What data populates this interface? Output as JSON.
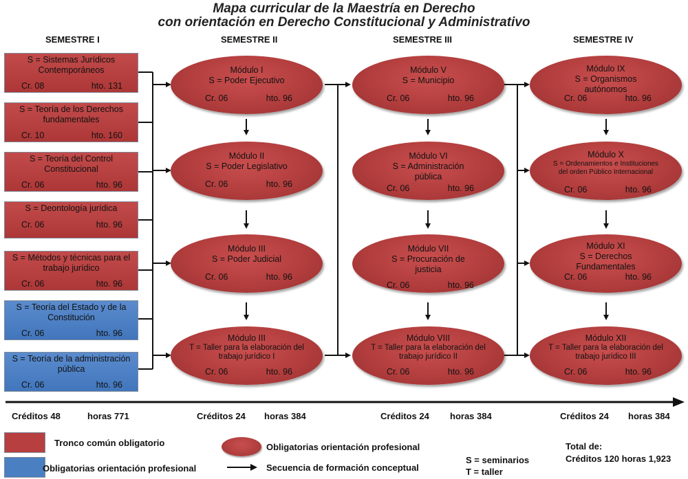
{
  "title": {
    "line1": "Mapa curricular de la Maestría en Derecho",
    "line2": "con orientación en Derecho Constitucional y Administrativo"
  },
  "semesters": [
    "SEMESTRE I",
    "SEMESTRE II",
    "SEMESTRE  III",
    "SEMESTRE IV"
  ],
  "semester1_courses": [
    {
      "text": "S  = Sistemas Jurídicos Contemporáneos",
      "cr": "Cr. 08",
      "hto": "hto. 131",
      "type": "tronco"
    },
    {
      "text": "S  = Teoría de los Derechos fundamentales",
      "cr": "Cr. 10",
      "hto": "hto. 160",
      "type": "tronco"
    },
    {
      "text": "S  = Teoría del Control Constitucional",
      "cr": "Cr. 06",
      "hto": "hto. 96",
      "type": "tronco"
    },
    {
      "text": "S  = Deontología jurídica",
      "cr": "Cr. 06",
      "hto": "hto. 96",
      "type": "tronco"
    },
    {
      "text": "S  = Métodos y técnicas para el trabajo jurídico",
      "cr": "Cr. 06",
      "hto": "hto. 96",
      "type": "tronco"
    },
    {
      "text": "S = Teoría del Estado y de la Constitución",
      "cr": "Cr. 06",
      "hto": "hto. 96",
      "type": "orientacion"
    },
    {
      "text": "S  = Teoría de la administración pública",
      "cr": "Cr. 06",
      "hto": "hto. 96",
      "type": "orientacion"
    }
  ],
  "semester2_modules": [
    {
      "title": "Módulo I",
      "body": "S = Poder Ejecutivo",
      "cr": "Cr. 06",
      "hto": "hto. 96"
    },
    {
      "title": "Módulo II",
      "body": "S = Poder Legislativo",
      "cr": "Cr. 06",
      "hto": "hto. 96"
    },
    {
      "title": "Módulo III",
      "body": "S = Poder Judicial",
      "cr": "Cr. 06",
      "hto": "hto. 96"
    },
    {
      "title": "Módulo III",
      "body": "T = Taller para la elaboración del trabajo jurídico I",
      "cr": "Cr. 06",
      "hto": "hto. 96"
    }
  ],
  "semester3_modules": [
    {
      "title": "Módulo V",
      "body": "S = Municipio",
      "cr": "Cr. 06",
      "hto": "hto. 96"
    },
    {
      "title": "Módulo VI",
      "body": "S = Administración pública",
      "cr": "Cr. 06",
      "hto": "hto. 96"
    },
    {
      "title": "Módulo VII",
      "body": "S = Procuración de justicia",
      "cr": "Cr. 06",
      "hto": "hto. 96"
    },
    {
      "title": "Módulo VIII",
      "body": "T = Taller para la elaboración del trabajo jurídico II",
      "cr": "Cr. 06",
      "hto": "hto. 96"
    }
  ],
  "semester4_modules": [
    {
      "title": "Módulo IX",
      "body": "S = Organismos autónomos",
      "cr": "Cr. 06",
      "hto": "hto. 96"
    },
    {
      "title": "Módulo X",
      "body": "S = Ordenamientos e Instituciones del orden Público  Internacional",
      "cr": "Cr. 06",
      "hto": "hto. 96"
    },
    {
      "title": "Módulo XI",
      "body": "S = Derechos Fundamentales",
      "cr": "Cr. 06",
      "hto": "hto. 96"
    },
    {
      "title": "Módulo XII",
      "body": "T = Taller para la elaboración del trabajo jurídico III",
      "cr": "Cr. 06",
      "hto": "hto. 96"
    }
  ],
  "totals": [
    {
      "creditos": "Créditos 48",
      "horas": "horas 771"
    },
    {
      "creditos": "Créditos 24",
      "horas": "horas 384"
    },
    {
      "creditos": "Créditos 24",
      "horas": "horas 384"
    },
    {
      "creditos": "Créditos 24",
      "horas": "horas 384"
    }
  ],
  "legend": {
    "tronco": "Tronco común  obligatorio",
    "orientacion": "Obligatorias  orientación profesional",
    "ellipse": "Obligatorias orientación profesional",
    "arrow": "Secuencia de formación conceptual",
    "seminarios": "S = seminarios",
    "taller": "T = taller",
    "total_label": "Total de:",
    "total_value": "Créditos 120   horas 1,923"
  },
  "colors": {
    "tronco": "#b83f3f",
    "orientacion": "#4a7fc1",
    "ellipse": "#b03c3c"
  }
}
